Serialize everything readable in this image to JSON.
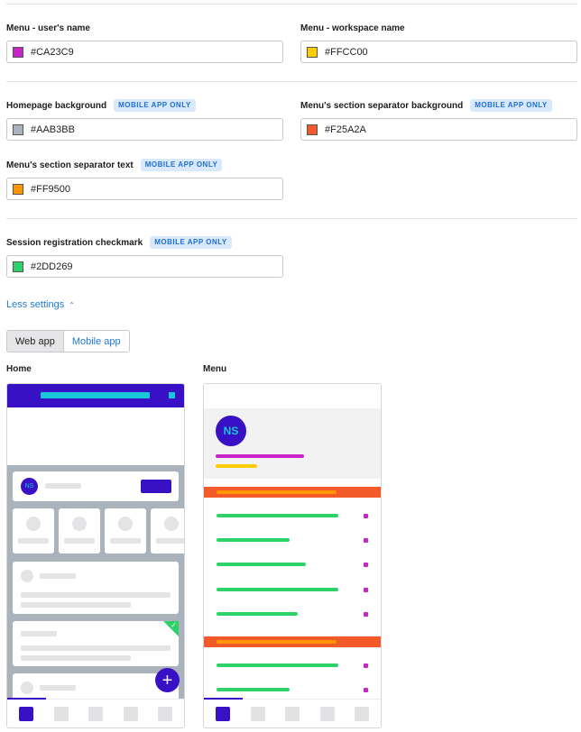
{
  "fields": {
    "menu_user_name": {
      "label": "Menu - user's name",
      "value": "#CA23C9",
      "color": "#CA23C9"
    },
    "menu_workspace_name": {
      "label": "Menu - workspace name",
      "value": "#FFCC00",
      "color": "#FFCC00"
    },
    "homepage_background": {
      "label": "Homepage background",
      "badge": "MOBILE APP ONLY",
      "value": "#AAB3BB",
      "color": "#AAB3BB"
    },
    "section_separator_background": {
      "label": "Menu's section separator background",
      "badge": "MOBILE APP ONLY",
      "value": "#F25A2A",
      "color": "#F25A2A"
    },
    "section_separator_text": {
      "label": "Menu's section separator text",
      "badge": "MOBILE APP ONLY",
      "value": "#FF9500",
      "color": "#FF9500"
    },
    "session_checkmark": {
      "label": "Session registration checkmark",
      "badge": "MOBILE APP ONLY",
      "value": "#2DD269",
      "color": "#2DD269"
    }
  },
  "less_settings": "Less settings",
  "tabs": {
    "web_app": "Web app",
    "mobile_app": "Mobile app"
  },
  "preview": {
    "home_title": "Home",
    "menu_title": "Menu",
    "avatar_initials": "NS",
    "fab_symbol": "+",
    "check_symbol": "✓",
    "primary_color": "#3811C4",
    "header_accent_color": "#17C6D8"
  },
  "icons": {
    "chevron": "chevron-up-icon",
    "add": "plus-icon",
    "check": "check-icon"
  }
}
